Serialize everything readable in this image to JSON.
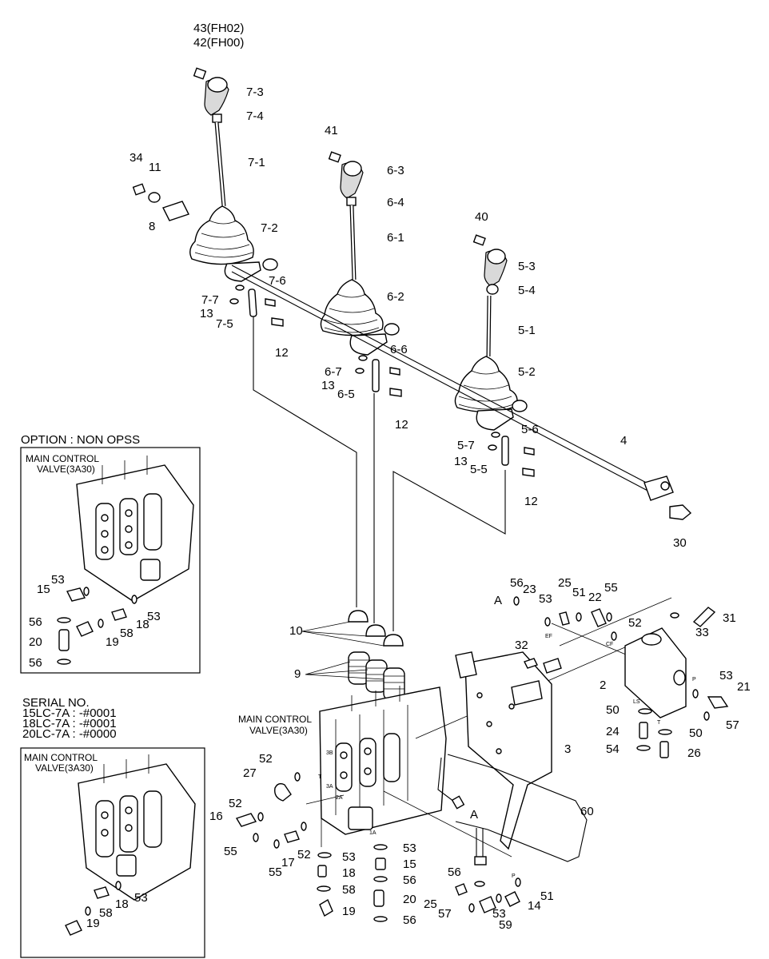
{
  "callouts": {
    "c43": "43(FH02)",
    "c42": "42(FH00)",
    "c7_3": "7-3",
    "c7_4": "7-4",
    "c7_1": "7-1",
    "c7_2": "7-2",
    "c34": "34",
    "c11": "11",
    "c8": "8",
    "c7_6": "7-6",
    "c7_7": "7-7",
    "c13a": "13",
    "c7_5": "7-5",
    "c12a": "12",
    "c41": "41",
    "c6_3": "6-3",
    "c6_4": "6-4",
    "c6_1": "6-1",
    "c6_2": "6-2",
    "c6_6": "6-6",
    "c6_7": "6-7",
    "c13b": "13",
    "c6_5": "6-5",
    "c12b": "12",
    "c40": "40",
    "c5_3": "5-3",
    "c5_4": "5-4",
    "c5_1": "5-1",
    "c5_2": "5-2",
    "c5_6": "5-6",
    "c5_7": "5-7",
    "c13c": "13",
    "c5_5": "5-5",
    "c12c": "12",
    "c4": "4",
    "c30": "30",
    "c10": "10",
    "c9": "9",
    "c56a": "56",
    "cA1": "A",
    "c23": "23",
    "c53a": "53",
    "c25a": "25",
    "c51a": "51",
    "c22": "22",
    "c55a": "55",
    "c52a": "52",
    "c31": "31",
    "c33": "33",
    "c32": "32",
    "c2": "2",
    "c53b": "53",
    "c21": "21",
    "c50a": "50",
    "c24": "24",
    "c54": "54",
    "c50b": "50",
    "c26": "26",
    "c57a": "57",
    "c3": "3",
    "c52b": "52",
    "c27": "27",
    "c52c": "52",
    "c16": "16",
    "c55b": "55",
    "c55c": "55",
    "c17": "17",
    "c52d": "52",
    "c53c": "53",
    "c18a": "18",
    "c58a": "58",
    "c19a": "19",
    "c53d": "53",
    "c15a": "15",
    "c56b": "56",
    "c20a": "20",
    "c56c": "56",
    "cA2": "A",
    "c60": "60",
    "c56d": "56",
    "c51b": "51",
    "c25b": "25",
    "c57b": "57",
    "c53e": "53",
    "c14": "14",
    "c59": "59",
    "o53a": "53",
    "o15": "15",
    "o53b": "53",
    "o56a": "56",
    "o18": "18",
    "o58": "58",
    "o19": "19",
    "o20": "20",
    "o56b": "56",
    "s58": "58",
    "s18": "18",
    "s53": "53",
    "s19": "19"
  },
  "option_box": {
    "heading": "OPTION : NON OPSS",
    "title_line1": "MAIN CONTROL",
    "title_line2": "VALVE(3A30)"
  },
  "serial_box": {
    "heading": "SERIAL NO.",
    "line1": "15LC-7A : -#0001",
    "line2": "18LC-7A : -#0001",
    "line3": "20LC-7A : -#0000",
    "title_line1": "MAIN CONTROL",
    "title_line2": "VALVE(3A30)"
  },
  "main_valve": {
    "title_line1": "MAIN CONTROL",
    "title_line2": "VALVE(3A30)",
    "port_3b": "3B",
    "port_3a": "3A",
    "port_2a": "2A",
    "port_1a": "1A",
    "port_t": "T"
  },
  "block_ports": {
    "ef": "EF",
    "cf": "CF",
    "p": "P",
    "ls": "LS",
    "t": "T",
    "p2": "P"
  }
}
